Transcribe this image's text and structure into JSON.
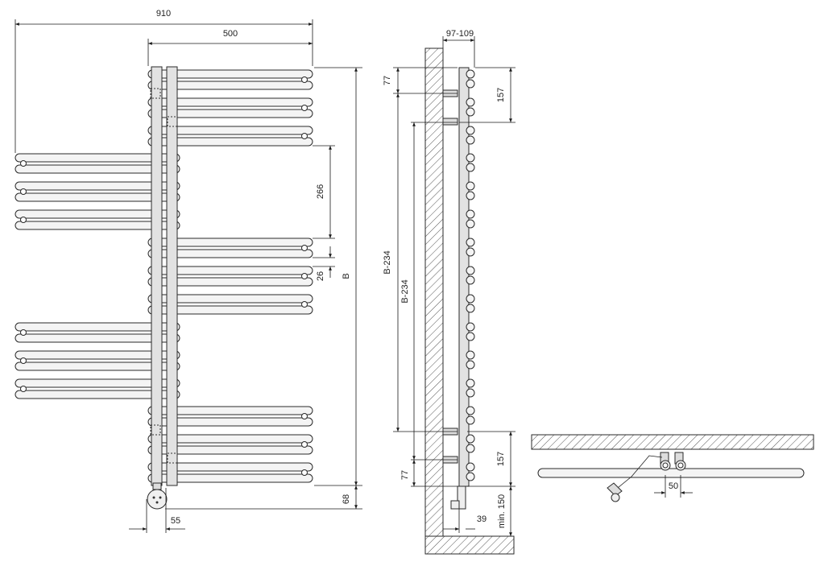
{
  "dimensions": {
    "overall_width": "910",
    "right_width": "500",
    "bar_pitch": "266",
    "bar_gap": "26",
    "height": "B",
    "bottom_offset": "68",
    "valve_offset": "55",
    "wall_depth": "97-109",
    "top_offset": "77",
    "upper_bracket": "157",
    "height_minus_a": "B-234",
    "height_minus_b": "B-234",
    "lower_bracket": "157",
    "bottom_offset_side": "77",
    "floor_clearance": "min. 150",
    "heater_depth": "39",
    "pipe_spacing": "50"
  },
  "colors": {
    "line": "#1a1a1a",
    "bar_fill": "#f4f4f4",
    "post_fill": "#e2e2e2",
    "hatch": "#555555"
  }
}
